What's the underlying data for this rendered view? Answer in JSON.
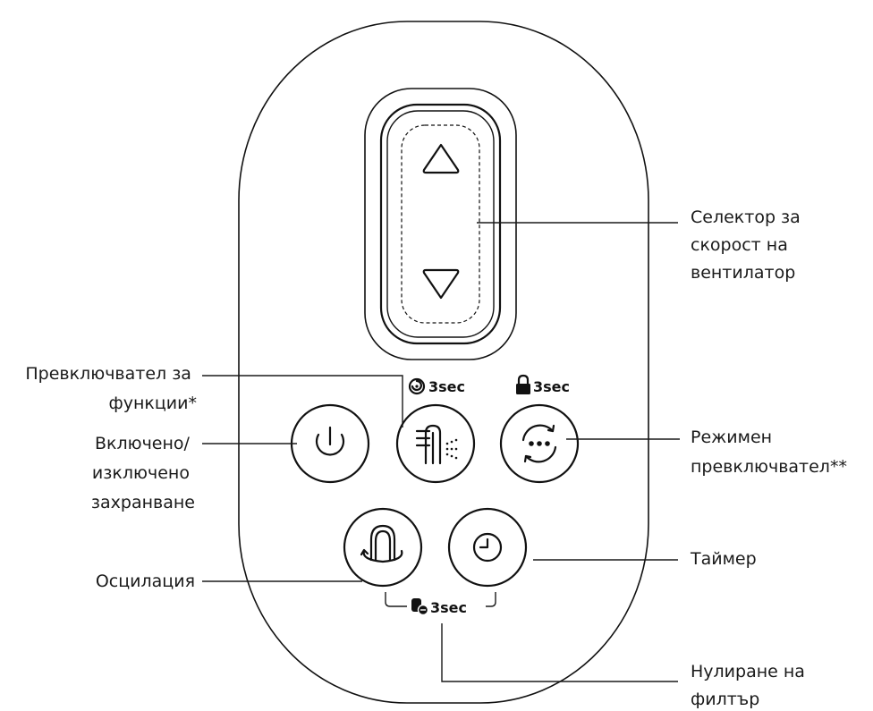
{
  "labels": {
    "fan_speed_selector": [
      "Селектор за",
      "скорост на",
      "вентилатор"
    ],
    "function_switch": [
      "Превключвател за",
      "функции*"
    ],
    "power": [
      "Включено/",
      "изключено",
      "захранване"
    ],
    "mode_switch": [
      "Режимен",
      "превключвател**"
    ],
    "oscillation": "Осцилация",
    "timer": "Таймер",
    "filter_reset": [
      "Нулиране на",
      "филтър"
    ]
  },
  "hold_hints": {
    "function": "3sec",
    "lock": "3sec",
    "filter": "3sec"
  },
  "icons": {
    "speed_up": "triangle-up-icon",
    "speed_down": "triangle-down-icon",
    "power": "power-icon",
    "function": "heat-mist-function-icon",
    "mode": "mode-cycle-icon",
    "oscillation": "oscillation-icon",
    "timer": "clock-icon",
    "lock": "lock-icon",
    "swirl": "swirl-icon",
    "filter": "filter-reset-icon"
  }
}
